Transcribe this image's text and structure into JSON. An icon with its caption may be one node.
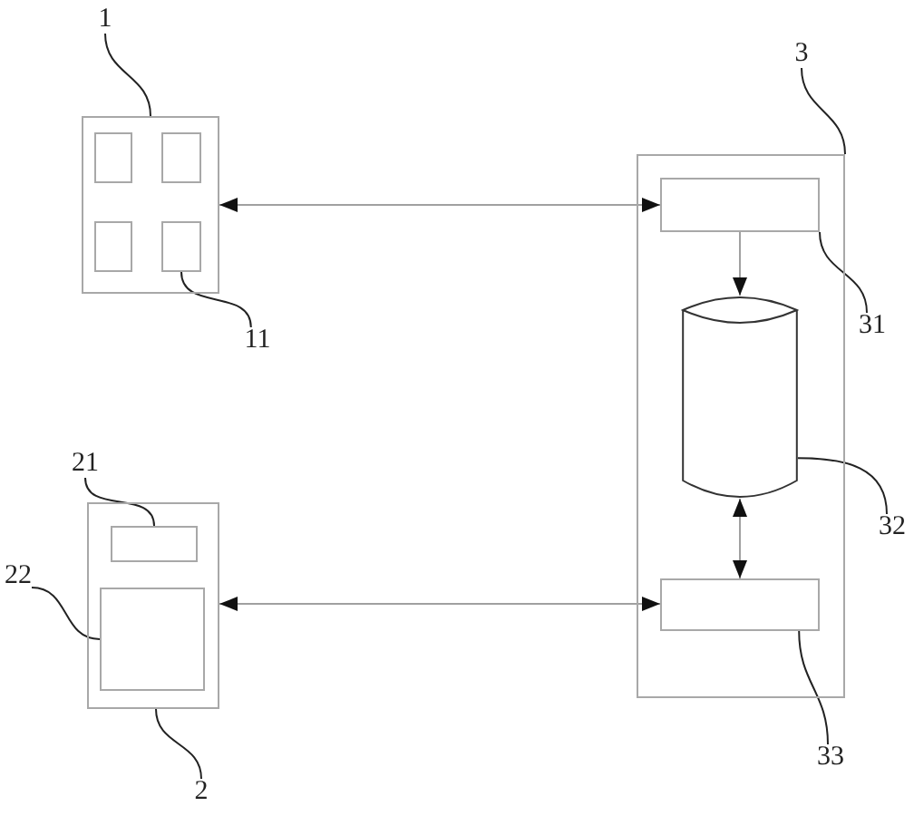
{
  "diagram": {
    "nodes": [
      {
        "text": [
          "1"
        ]
      },
      {
        "text": [],
        "shape": "box"
      },
      {
        "text": [],
        "shape": "box",
        "in": 1
      },
      {
        "text": [],
        "shape": "box",
        "in": 1
      },
      {
        "text": [],
        "shape": "box",
        "in": 1
      },
      {
        "text": [],
        "shape": "box",
        "in": 1
      },
      {
        "text": [
          "11"
        ]
      },
      {
        "text": [
          "3"
        ]
      },
      {
        "text": [],
        "shape": "box"
      },
      {
        "text": [],
        "shape": "box",
        "in": 8
      },
      {
        "text": [
          "31"
        ]
      },
      {
        "text": [],
        "shape": "cylinder",
        "in": 8
      },
      {
        "text": [
          "32"
        ]
      },
      {
        "text": [],
        "shape": "box",
        "in": 8
      },
      {
        "text": [
          "33"
        ]
      },
      {
        "text": [
          "21"
        ]
      },
      {
        "text": [],
        "shape": "box"
      },
      {
        "text": [],
        "shape": "box",
        "in": 16
      },
      {
        "text": [
          "22"
        ]
      },
      {
        "text": [],
        "shape": "box",
        "in": 16
      },
      {
        "text": [
          "2"
        ]
      }
    ],
    "edges": [
      {
        "from": 1,
        "to": 9,
        "arrow": "both",
        "color": "#a0a0a0"
      },
      {
        "from": 16,
        "to": 13,
        "arrow": "both",
        "color": "#a0a0a0"
      },
      {
        "from": 9,
        "to": 11,
        "arrow": "to",
        "color": "#a0a0a0"
      },
      {
        "from": 11,
        "to": 13,
        "arrow": "both",
        "color": "#a0a0a0"
      },
      {
        "from": 0,
        "to": 1,
        "arrow": "none"
      },
      {
        "from": 6,
        "to": 5,
        "arrow": "none"
      },
      {
        "from": 7,
        "to": 8,
        "arrow": "none"
      },
      {
        "from": 10,
        "to": 9,
        "arrow": "none"
      },
      {
        "from": 12,
        "to": 11,
        "arrow": "none"
      },
      {
        "from": 14,
        "to": 13,
        "arrow": "none"
      },
      {
        "from": 15,
        "to": 17,
        "arrow": "none"
      },
      {
        "from": 18,
        "to": 19,
        "arrow": "none"
      },
      {
        "from": 20,
        "to": 16,
        "arrow": "none"
      }
    ]
  }
}
